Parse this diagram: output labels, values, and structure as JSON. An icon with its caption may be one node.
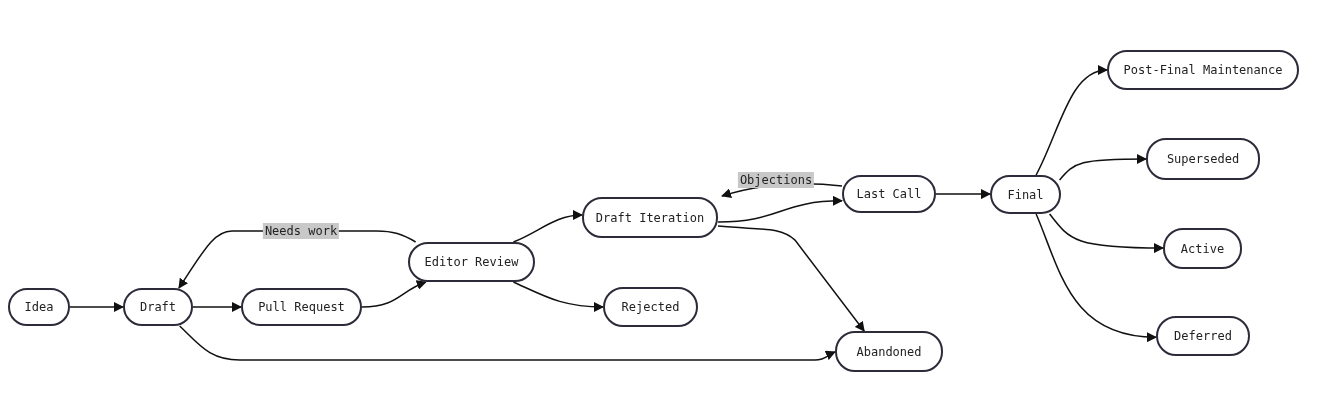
{
  "diagram": {
    "nodes": [
      {
        "text": [
          "Idea"
        ]
      },
      {
        "text": [
          "Draft"
        ]
      },
      {
        "text": [
          "Pull Request"
        ]
      },
      {
        "text": [
          "Editor Review"
        ]
      },
      {
        "text": [
          "Draft Iteration"
        ]
      },
      {
        "text": [
          "Rejected"
        ]
      },
      {
        "text": [
          "Abandoned"
        ]
      },
      {
        "text": [
          "Last Call"
        ]
      },
      {
        "text": [
          "Final"
        ]
      },
      {
        "text": [
          "Post-Final Maintenance"
        ]
      },
      {
        "text": [
          "Superseded"
        ]
      },
      {
        "text": [
          "Active"
        ]
      },
      {
        "text": [
          "Deferred"
        ]
      }
    ],
    "edges": [
      {
        "from": 0,
        "to": 1,
        "arrow": "to"
      },
      {
        "from": 1,
        "to": 2,
        "arrow": "to"
      },
      {
        "from": 2,
        "to": 3,
        "arrow": "to"
      },
      {
        "from": 3,
        "to": 1,
        "arrow": "to",
        "label": "Needs work"
      },
      {
        "from": 3,
        "to": 4,
        "arrow": "to"
      },
      {
        "from": 3,
        "to": 5,
        "arrow": "to"
      },
      {
        "from": 4,
        "to": 7,
        "arrow": "to"
      },
      {
        "from": 4,
        "to": 6,
        "arrow": "to"
      },
      {
        "from": 7,
        "to": 4,
        "arrow": "to",
        "label": "Objections"
      },
      {
        "from": 7,
        "to": 8,
        "arrow": "to"
      },
      {
        "from": 8,
        "to": 9,
        "arrow": "to"
      },
      {
        "from": 8,
        "to": 10,
        "arrow": "to"
      },
      {
        "from": 8,
        "to": 11,
        "arrow": "to"
      },
      {
        "from": 8,
        "to": 12,
        "arrow": "to"
      },
      {
        "from": 1,
        "to": 6,
        "arrow": "to"
      }
    ]
  }
}
